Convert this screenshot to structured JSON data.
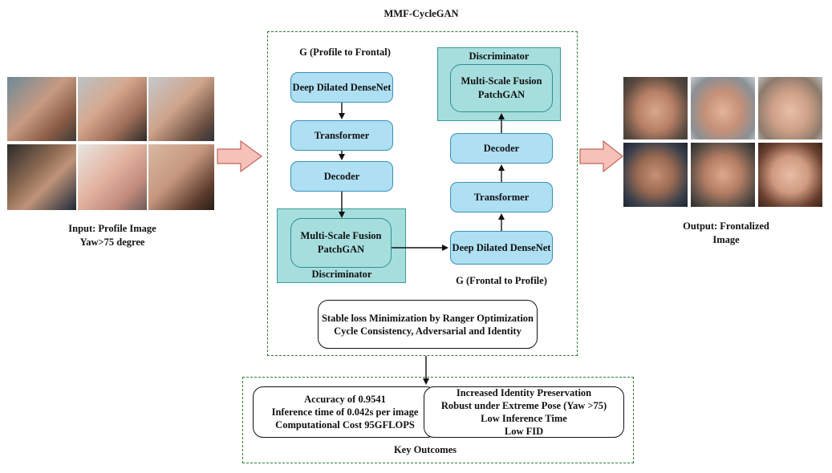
{
  "title": "MMF-CycleGAN",
  "generator_top": {
    "label": "G (Profile to Frontal)",
    "blocks": [
      "Deep Dilated DenseNet",
      "Transformer",
      "Decoder"
    ]
  },
  "generator_bottom": {
    "label": "G (Frontal to Profile)",
    "blocks": [
      "Deep Dilated DenseNet",
      "Transformer",
      "Decoder"
    ]
  },
  "discriminator_left": {
    "label": "Discriminator",
    "inner_line1": "Multi-Scale Fusion",
    "inner_line2": "PatchGAN"
  },
  "discriminator_right": {
    "label": "Discriminator",
    "inner_line1": "Multi-Scale Fusion",
    "inner_line2": "PatchGAN"
  },
  "loss_box": {
    "line1": "Stable loss Minimization by Ranger Optimization",
    "line2": "Cycle Consistency, Adversarial and Identity"
  },
  "input": {
    "line1": "Input: Profile Image",
    "line2": "Yaw>75 degree"
  },
  "output": {
    "line1": "Output: Frontalized",
    "line2": "Image"
  },
  "outcomes": {
    "caption": "Key Outcomes",
    "metrics": [
      "Accuracy of 0.9541",
      "Inference time of 0.042s per image",
      "Computational Cost 95GFLOPS"
    ],
    "benefits": [
      "Increased Identity Preservation",
      "Robust under Extreme Pose (Yaw >75)",
      "Low Inference Time",
      "Low FID"
    ]
  },
  "colors": {
    "block_fill": "#aedff2",
    "discriminator_fill": "#a6dede",
    "dashed_border": "#2e7d32",
    "arrow_fill": "#f6c1b8"
  }
}
